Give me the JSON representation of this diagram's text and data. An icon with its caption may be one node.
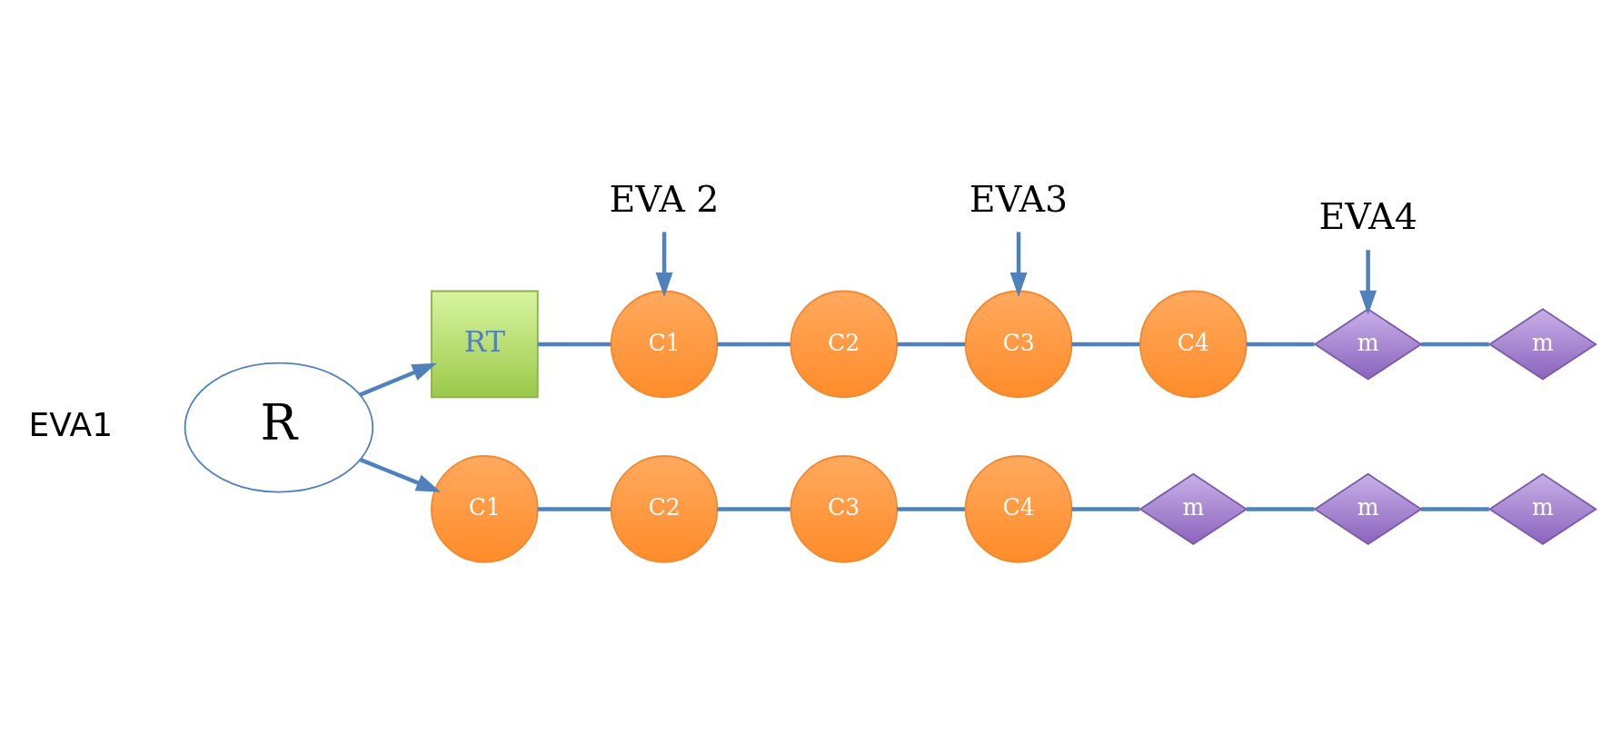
{
  "diagram": {
    "nodes": [
      {
        "text": [
          "EVA 2"
        ]
      },
      {
        "text": [
          "EVA3"
        ]
      },
      {
        "text": [
          "EVA4"
        ]
      },
      {
        "text": [
          "RT"
        ]
      },
      {
        "text": [
          "C1"
        ]
      },
      {
        "text": [
          "C2"
        ]
      },
      {
        "text": [
          "C3"
        ]
      },
      {
        "text": [
          "C4"
        ]
      },
      {
        "text": [
          "m"
        ]
      },
      {
        "text": [
          "m"
        ]
      },
      {
        "text": [
          "R"
        ]
      },
      {
        "text": [
          "C1"
        ]
      },
      {
        "text": [
          "C2"
        ]
      },
      {
        "text": [
          "C3"
        ]
      },
      {
        "text": [
          "C4"
        ]
      },
      {
        "text": [
          "m"
        ]
      },
      {
        "text": [
          "m"
        ]
      },
      {
        "text": [
          "m"
        ]
      }
    ],
    "edges": [
      {
        "from": 0,
        "to": 4,
        "arrow": "to"
      },
      {
        "from": 1,
        "to": 6,
        "arrow": "to"
      },
      {
        "from": 2,
        "to": 8,
        "arrow": "to"
      },
      {
        "from": 10,
        "to": 3,
        "arrow": "to"
      },
      {
        "from": 3,
        "to": 4,
        "arrow": "none"
      },
      {
        "from": 4,
        "to": 5,
        "arrow": "none"
      },
      {
        "from": 5,
        "to": 6,
        "arrow": "none"
      },
      {
        "from": 6,
        "to": 7,
        "arrow": "none"
      },
      {
        "from": 7,
        "to": 8,
        "arrow": "none"
      },
      {
        "from": 8,
        "to": 9,
        "arrow": "none"
      },
      {
        "from": 10,
        "to": 11,
        "arrow": "to"
      },
      {
        "from": 11,
        "to": 12,
        "arrow": "none"
      },
      {
        "from": 12,
        "to": 13,
        "arrow": "none"
      },
      {
        "from": 13,
        "to": 14,
        "arrow": "none"
      },
      {
        "from": 14,
        "to": 15,
        "arrow": "none"
      },
      {
        "from": 15,
        "to": 16,
        "arrow": "none"
      },
      {
        "from": 16,
        "to": 17,
        "arrow": "none"
      }
    ],
    "labels": [
      "EVA1"
    ]
  }
}
